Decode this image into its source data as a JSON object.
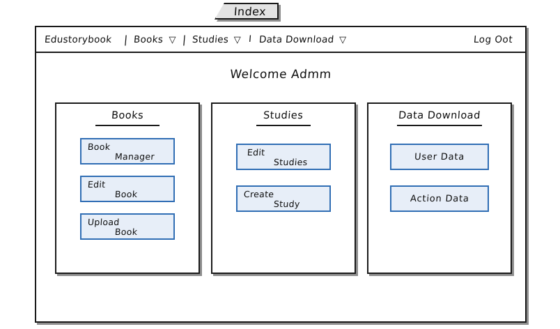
{
  "title_tab": {
    "label": "Index"
  },
  "nav": {
    "brand": "Edustorybook",
    "separator": "|",
    "separator_thin": "I",
    "caret_icon": "▽",
    "items": [
      {
        "label": "Books",
        "has_caret": true
      },
      {
        "label": "Studies",
        "has_caret": true
      },
      {
        "label": "Data Download",
        "has_caret": true
      }
    ],
    "logout_label": "Log Oot"
  },
  "welcome": {
    "text": "Welcome  Admm"
  },
  "panels": [
    {
      "title": "Books",
      "underline_width": 92,
      "buttons": [
        {
          "line1": "Book",
          "line2": "Manager",
          "style": "stepped"
        },
        {
          "line1": "Edit",
          "line2": "Book",
          "style": "stepped"
        },
        {
          "line1": "Upload",
          "line2": "Book",
          "style": "stepped"
        }
      ]
    },
    {
      "title": "Studies",
      "underline_width": 78,
      "buttons": [
        {
          "line1": "Edit",
          "line2": "Studies",
          "style": "stepped"
        },
        {
          "line1": "Create",
          "line2": "Study",
          "style": "stepped"
        }
      ]
    },
    {
      "title": "Data  Download",
      "underline_width": 122,
      "buttons": [
        {
          "center": "User  Data",
          "style": "centered"
        },
        {
          "center": "Action  Data",
          "style": "centered"
        }
      ]
    }
  ],
  "colors": {
    "button_fill": "#e7eef8",
    "button_border": "#2f6db4",
    "frame_border": "#1a1a1a",
    "frame_shadow": "#8e8e8e",
    "tab_fill": "#e3e3e3",
    "page_background": "#ffffff"
  }
}
